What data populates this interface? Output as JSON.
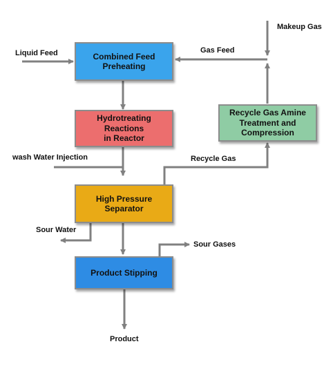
{
  "process_boxes": {
    "combined_feed": {
      "label": "Combined Feed\nPreheating",
      "color": "#3aa4ec"
    },
    "hydrotreating": {
      "label": "Hydrotreating Reactions\nin Reactor",
      "color": "#ec6e6e"
    },
    "separator": {
      "label": "High Pressure\nSeparator",
      "color": "#e9aa16"
    },
    "stripping": {
      "label": "Product Stipping",
      "color": "#2e8ce4"
    },
    "recycle_amine": {
      "label": "Recycle Gas Amine\nTreatment and\nCompression",
      "color": "#8fcca4"
    }
  },
  "stream_labels": {
    "liquid_feed": "Liquid Feed",
    "makeup_gas": "Makeup Gas",
    "gas_feed": "Gas Feed",
    "wash_water": "wash Water Injection",
    "recycle_gas": "Recycle Gas",
    "sour_water": "Sour Water",
    "sour_gases": "Sour Gases",
    "product": "Product"
  },
  "line_color": "#808080"
}
